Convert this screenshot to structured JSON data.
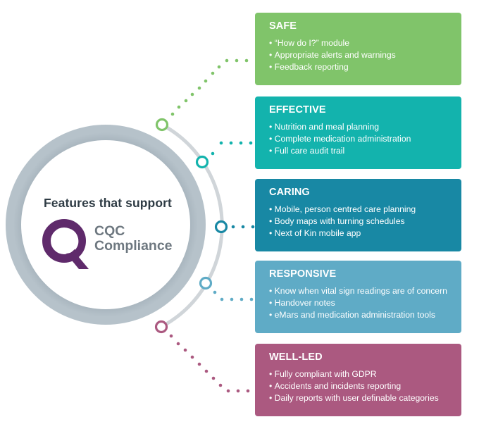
{
  "center": {
    "heading": "Features that support",
    "logo_icon": "cqc-q-logo-icon",
    "logo_line1": "CQC",
    "logo_line2": "Compliance",
    "logo_color": "#5f2a6b"
  },
  "colors": {
    "ring": "#a9b6bf",
    "arc": "#d0d5d9",
    "heading_text": "#2e3b44",
    "logo_text": "#6e7880"
  },
  "categories": [
    {
      "key": "safe",
      "title": "SAFE",
      "color": "#80c46a",
      "items": [
        "“How do I?” module",
        "Appropriate alerts and warnings",
        "Feedback reporting"
      ]
    },
    {
      "key": "effective",
      "title": "EFFECTIVE",
      "color": "#13b3ad",
      "items": [
        "Nutrition and meal planning",
        "Complete medication administration",
        "Full care audit trail"
      ]
    },
    {
      "key": "caring",
      "title": "CARING",
      "color": "#1888a4",
      "items": [
        "Mobile, person centred care planning",
        "Body maps with turning schedules",
        "Next of Kin mobile app"
      ]
    },
    {
      "key": "responsive",
      "title": "RESPONSIVE",
      "color": "#5fabc6",
      "items": [
        "Know when vital sign readings are of concern",
        "Handover notes",
        "eMars and medication administration tools"
      ]
    },
    {
      "key": "well-led",
      "title": "WELL-LED",
      "color": "#ab5980",
      "items": [
        "Fully compliant with GDPR",
        "Accidents and incidents reporting",
        "Daily reports with user definable categories"
      ]
    }
  ]
}
